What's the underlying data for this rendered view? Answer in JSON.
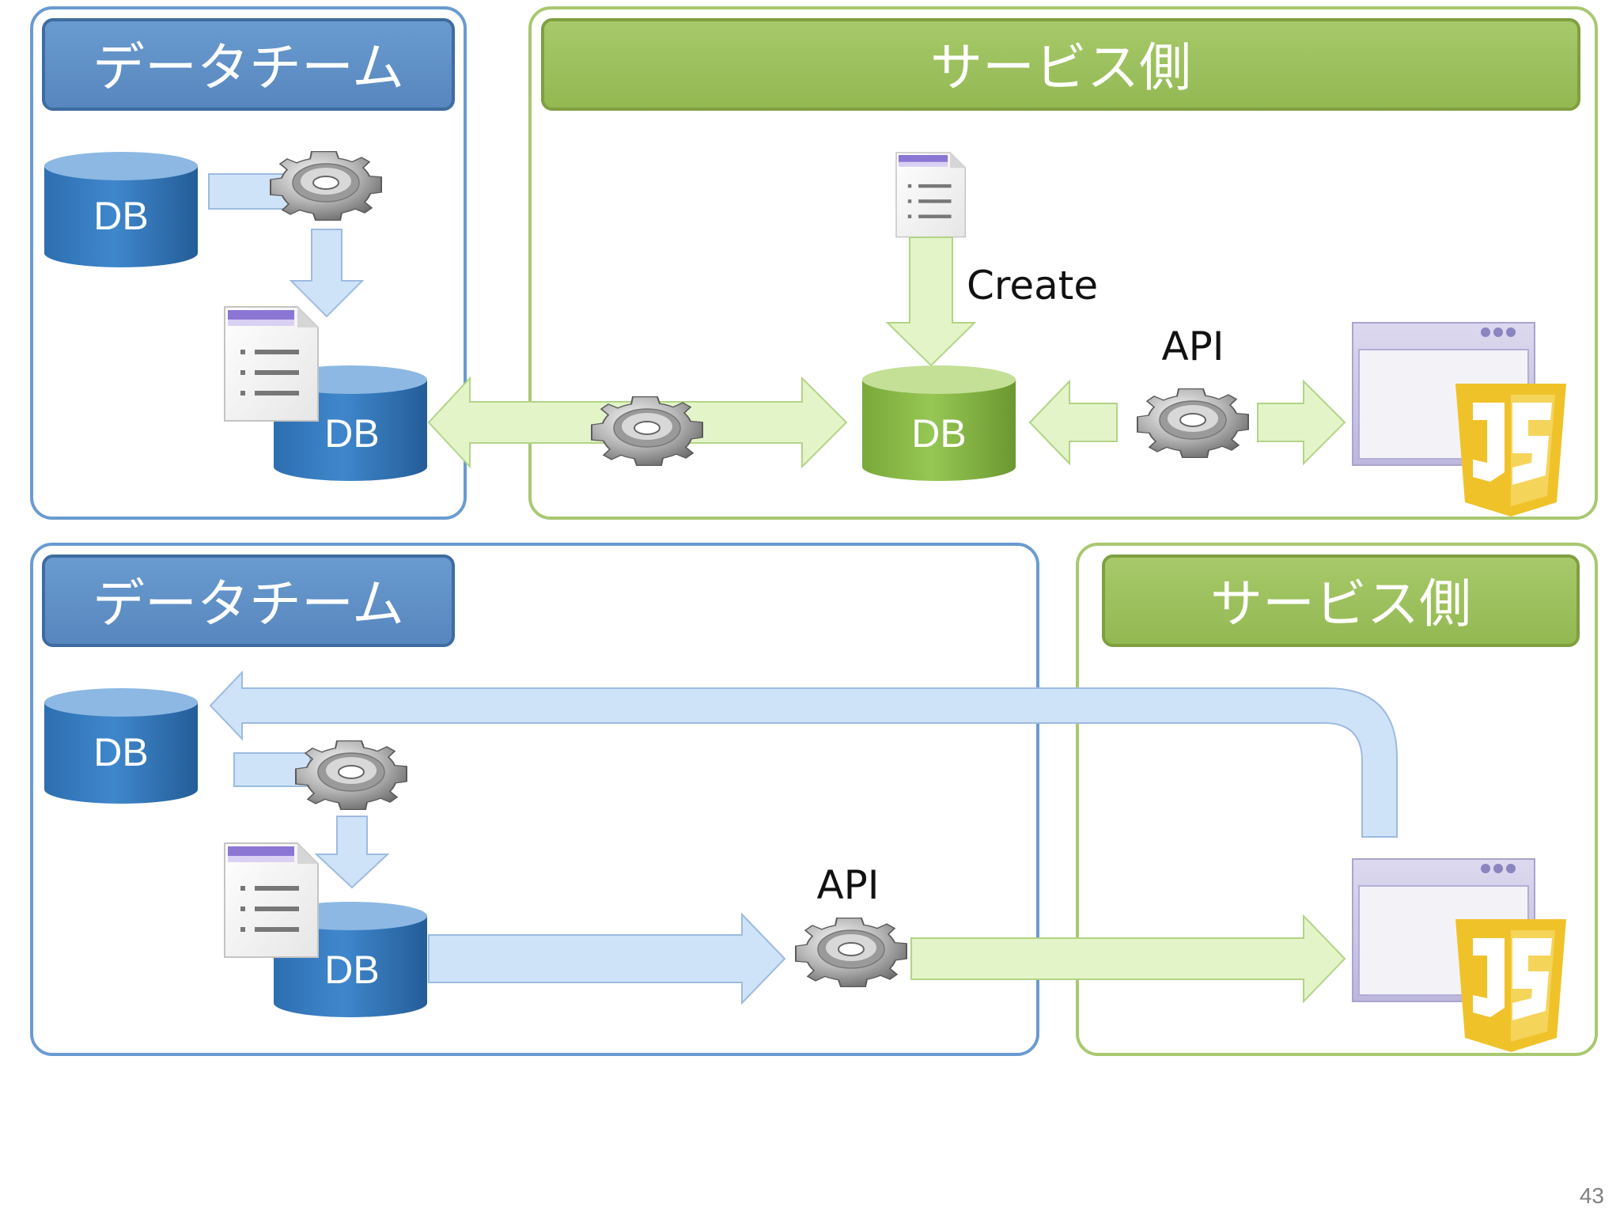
{
  "top_section": {
    "data_team_title": "データチーム",
    "service_title": "サービス側",
    "source_db": "DB",
    "processed_db": "DB",
    "service_db": "DB",
    "create_label": "Create",
    "api_label": "API"
  },
  "bottom_section": {
    "data_team_title": "データチーム",
    "service_title": "サービス側",
    "source_db": "DB",
    "processed_db": "DB",
    "api_label": "API"
  },
  "page_number": "43",
  "colors": {
    "data_team_blue": "#5b8fc7",
    "data_team_border": "#4a77a8",
    "service_green": "#9cbf5a",
    "service_border": "#9ab85a",
    "js_yellow": "#f0c22a",
    "blue_arrow": "#cfe3f8",
    "green_arrow": "#e3f4c9"
  },
  "icons": [
    "database-icon",
    "gear-icon",
    "document-icon",
    "browser-window-icon",
    "javascript-icon"
  ]
}
